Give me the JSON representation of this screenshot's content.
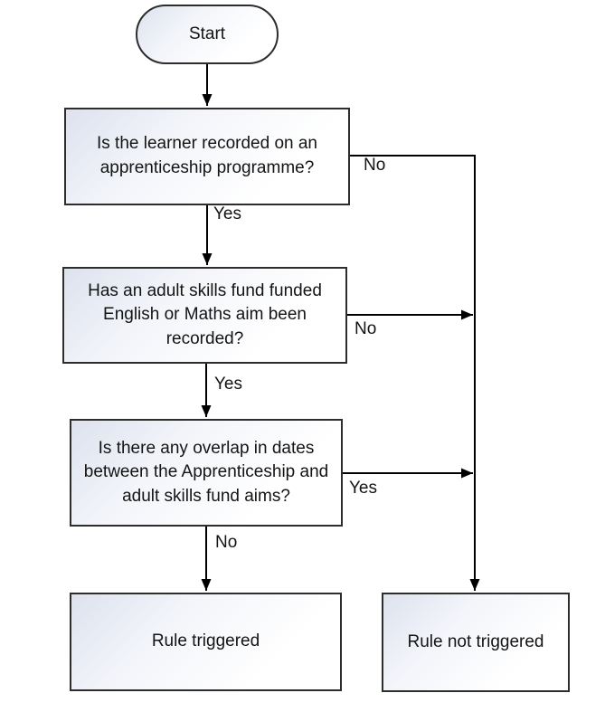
{
  "colors": {
    "canvas_bg": "#ffffff",
    "node_border": "#2d2d2d",
    "node_fill_top": "#dde2ee",
    "node_fill_bottom": "#ffffff",
    "connector": "#000000",
    "text": "#141414"
  },
  "diagram": {
    "type": "flowchart",
    "nodes": [
      {
        "id": "start",
        "shape": "terminator",
        "label": "Start"
      },
      {
        "id": "q1",
        "shape": "process",
        "label": "Is the learner recorded on an apprenticeship programme?"
      },
      {
        "id": "q2",
        "shape": "process",
        "label": "Has an adult skills fund funded English or Maths aim been recorded?"
      },
      {
        "id": "q3",
        "shape": "process",
        "label": "Is there any overlap in dates between the Apprenticeship and adult skills fund aims?"
      },
      {
        "id": "rule_triggered",
        "shape": "process",
        "label": "Rule triggered"
      },
      {
        "id": "rule_not_triggered",
        "shape": "process",
        "label": "Rule not triggered"
      }
    ],
    "edges": [
      {
        "from": "start",
        "to": "q1",
        "label": ""
      },
      {
        "from": "q1",
        "to": "q2",
        "label": "Yes"
      },
      {
        "from": "q1",
        "to": "rule_not_triggered",
        "label": "No"
      },
      {
        "from": "q2",
        "to": "q3",
        "label": "Yes"
      },
      {
        "from": "q2",
        "to": "rule_not_triggered",
        "label": "No"
      },
      {
        "from": "q3",
        "to": "rule_triggered",
        "label": "No"
      },
      {
        "from": "q3",
        "to": "rule_not_triggered",
        "label": "Yes"
      }
    ]
  }
}
